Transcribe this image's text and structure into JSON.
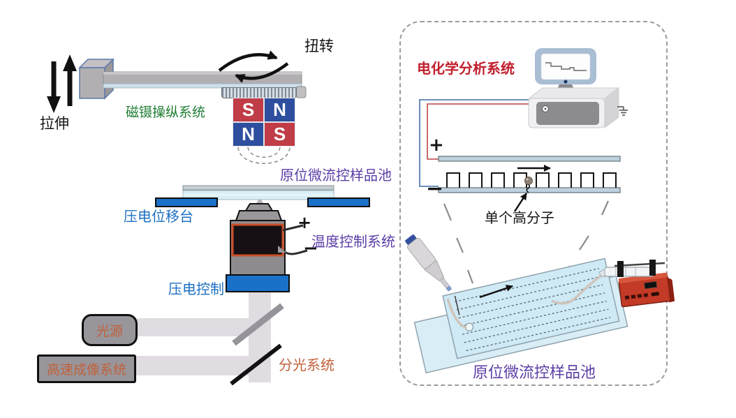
{
  "labels": {
    "stretch": "拉伸",
    "twist": "扭转",
    "magnet_system": "磁镊操纵系统",
    "sample_cell_top": "原位微流控样品池",
    "piezo_stage": "压电位移台",
    "temperature": "温度控制系统",
    "piezo_control": "压电控制",
    "light_source": "光源",
    "imaging": "高速成像系统",
    "beam_split": "分光系统",
    "electrochem": "电化学分析系统",
    "single_polymer": "单个高分子",
    "sample_cell_bottom": "原位微流控样品池",
    "plus": "+",
    "minus": "−"
  },
  "magnet_cells": [
    {
      "pole": "S",
      "color": "#c03c47"
    },
    {
      "pole": "N",
      "color": "#2e4f9f"
    },
    {
      "pole": "N",
      "color": "#2e4f9f"
    },
    {
      "pole": "S",
      "color": "#c03c47"
    }
  ],
  "colors": {
    "label_green": "#1e7d33",
    "label_blue": "#1c6fc2",
    "label_purple": "#5b3da6",
    "label_red": "#c1202e",
    "label_orange": "#c2603a",
    "piezo_blue": "#1a72c8",
    "pump_red": "#c33a26",
    "magnet_red": "#c03c47",
    "magnet_blue": "#2e4f9f",
    "wire_red": "#c35d5d",
    "wire_blue": "#5580b3"
  }
}
